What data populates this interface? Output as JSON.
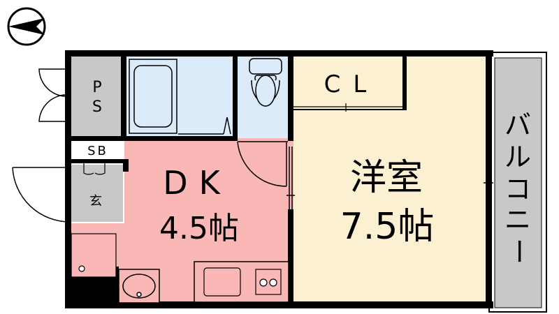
{
  "compass": {
    "icon": "north-arrow-icon"
  },
  "rooms": {
    "ps": {
      "label_top": "P",
      "label_bottom": "S"
    },
    "sb": {
      "label": "SB"
    },
    "genkan": {
      "label": "玄"
    },
    "dk": {
      "name": "DK",
      "size": "4.5帖"
    },
    "closet": {
      "label": "CL"
    },
    "western": {
      "name": "洋室",
      "size": "7.5帖"
    },
    "balcony": {
      "label_chars": [
        "バ",
        "ル",
        "コ",
        "ニ",
        "ー"
      ]
    }
  },
  "colors": {
    "wall": "#000000",
    "dk_floor": "#f9b7b6",
    "western_floor": "#fcf0d2",
    "wet_area": "#dbebfa",
    "storage": "#c8c8c8",
    "balcony": "#c8c8c8"
  }
}
